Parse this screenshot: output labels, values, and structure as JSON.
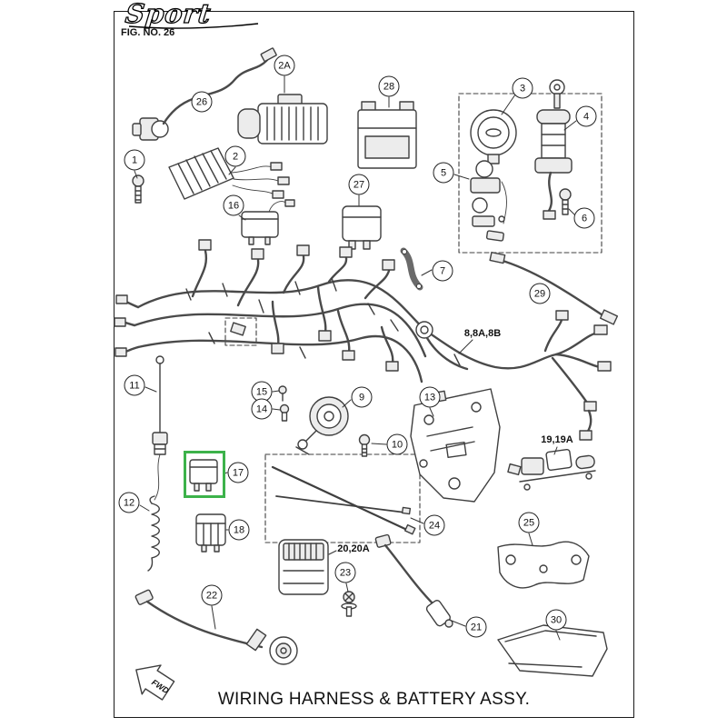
{
  "page": {
    "brand": "Sport",
    "figure_label": "FIG. NO. 26",
    "title": "WIRING HARNESS & BATTERY ASSY.",
    "fwd_label": "FWD"
  },
  "highlight": {
    "color": "#3cb24a",
    "highlighted_callout": "17"
  },
  "callouts": {
    "c1": "1",
    "c2": "2",
    "c2a": "2A",
    "c3": "3",
    "c4": "4",
    "c5": "5",
    "c6": "6",
    "c7": "7",
    "c9": "9",
    "c10": "10",
    "c11": "11",
    "c12": "12",
    "c13": "13",
    "c14": "14",
    "c15": "15",
    "c16": "16",
    "c17": "17",
    "c18": "18",
    "c21": "21",
    "c22": "22",
    "c23": "23",
    "c24": "24",
    "c25": "25",
    "c26": "26",
    "c27": "27",
    "c28": "28",
    "c29": "29",
    "c30": "30"
  },
  "group_labels": {
    "g8": "8,8A,8B",
    "g19": "19,19A",
    "g20": "20,20A"
  }
}
